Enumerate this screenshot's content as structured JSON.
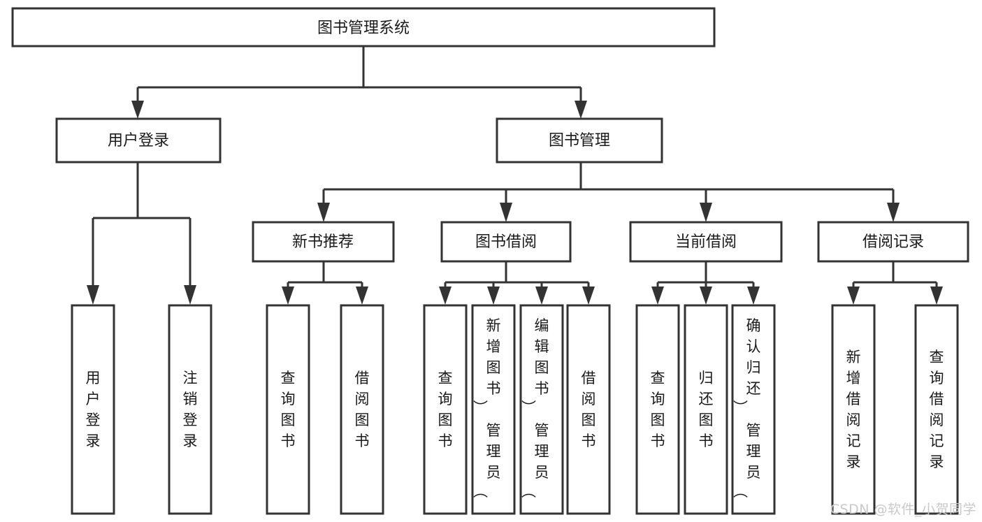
{
  "diagram": {
    "type": "tree-hierarchy",
    "orientation": "top-down",
    "root": {
      "label": "图书管理系统"
    },
    "level2": [
      {
        "label": "用户登录"
      },
      {
        "label": "图书管理"
      }
    ],
    "level3": [
      {
        "label": "新书推荐"
      },
      {
        "label": "图书借阅"
      },
      {
        "label": "当前借阅"
      },
      {
        "label": "借阅记录"
      }
    ],
    "leaves_user_login": [
      {
        "label": "用户登录"
      },
      {
        "label": "注销登录"
      }
    ],
    "leaves_new_book": [
      {
        "label": "查询图书"
      },
      {
        "label": "借阅图书"
      }
    ],
    "leaves_borrow": [
      {
        "label": "查询图书"
      },
      {
        "label": "新增图书（管理员）"
      },
      {
        "label": "编辑图书（管理员）"
      },
      {
        "label": "借阅图书"
      }
    ],
    "leaves_current": [
      {
        "label": "查询图书"
      },
      {
        "label": "归还图书"
      },
      {
        "label": "确认归还（管理员）"
      }
    ],
    "leaves_record": [
      {
        "label": "新增借阅记录"
      },
      {
        "label": "查询借阅记录"
      }
    ],
    "colors": {
      "box_stroke": "#333333",
      "box_fill": "#ffffff",
      "text": "#1a1a1a",
      "connector": "#333333",
      "watermark": "#c9c9c9",
      "background": "#ffffff"
    }
  },
  "watermark": {
    "text": "CSDN @软件_小贺同学"
  }
}
